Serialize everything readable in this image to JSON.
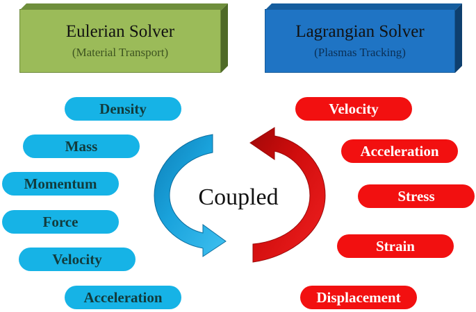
{
  "eulerian": {
    "title": "Eulerian Solver",
    "subtitle": "(Material Transport)",
    "color": "#9bbb59"
  },
  "lagrangian": {
    "title": "Lagrangian Solver",
    "subtitle": "(Plasmas Tracking)",
    "color": "#1f74c4"
  },
  "center_label": "Coupled",
  "eulerian_quantities": [
    "Density",
    "Mass",
    "Momentum",
    "Force",
    "Velocity",
    "Acceleration"
  ],
  "lagrangian_quantities": [
    "Velocity",
    "Acceleration",
    "Stress",
    "Strain",
    "Displacement"
  ],
  "colors": {
    "blue_pill": "#16b3e6",
    "red_pill": "#f21010",
    "blue_arrow": "#1aa3dc",
    "red_arrow": "#e01010"
  }
}
